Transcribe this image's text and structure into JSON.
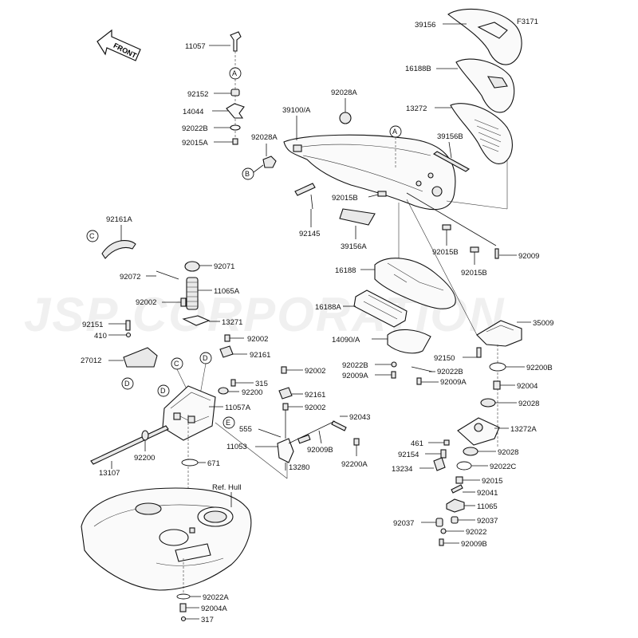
{
  "figure_code": "F3171",
  "front_label": "FRONT",
  "watermark": "JSP CORPORATION",
  "ref_hull_label": "Ref. Hull",
  "callouts": [
    "A",
    "B",
    "C",
    "D",
    "E"
  ],
  "parts": {
    "p11057": "11057",
    "p92152": "92152",
    "p14044": "14044",
    "p92022B_top": "92022B",
    "p92015A": "92015A",
    "p92028A_a": "92028A",
    "p39100A": "39100/A",
    "p92028A_b": "92028A",
    "p92015B_a": "92015B",
    "p92145": "92145",
    "p39156A": "39156A",
    "p39156": "39156",
    "p16188B": "16188B",
    "p13272": "13272",
    "p39156B": "39156B",
    "p92015B_b": "92015B",
    "p92015B_c": "92015B",
    "p92009": "92009",
    "p92161A": "92161A",
    "p92071": "92071",
    "p92072": "92072",
    "p11065A": "11065A",
    "p92002_a": "92002",
    "p13271": "13271",
    "p92151": "92151",
    "p410": "410",
    "p92002_b": "92002",
    "p92161_a": "92161",
    "p27012": "27012",
    "p315": "315",
    "p92200_a": "92200",
    "p11057A": "11057A",
    "p92002_c": "92002",
    "p92161_b": "92161",
    "p92002_d": "92002",
    "p92043": "92043",
    "p555": "555",
    "p11053": "11053",
    "p92009B": "92009B",
    "p92200A": "92200A",
    "p92200_b": "92200",
    "p13107": "13107",
    "p671": "671",
    "p13280": "13280",
    "p16188": "16188",
    "p16188A": "16188A",
    "p14090A": "14090/A",
    "p92022B_mid": "92022B",
    "p92009A_a": "92009A",
    "p92022B_b": "92022B",
    "p92009A_b": "92009A",
    "p92150": "92150",
    "p35009": "35009",
    "p92200B": "92200B",
    "p92004": "92004",
    "p92028_a": "92028",
    "p13272A": "13272A",
    "p461": "461",
    "p92154": "92154",
    "p92028_b": "92028",
    "p13234": "13234",
    "p92022C": "92022C",
    "p92015": "92015",
    "p92041": "92041",
    "p11065": "11065",
    "p92037_a": "92037",
    "p92037_b": "92037",
    "p92022": "92022",
    "p92009B_b": "92009B",
    "p92022A": "92022A",
    "p92004A": "92004A",
    "p317": "317"
  }
}
